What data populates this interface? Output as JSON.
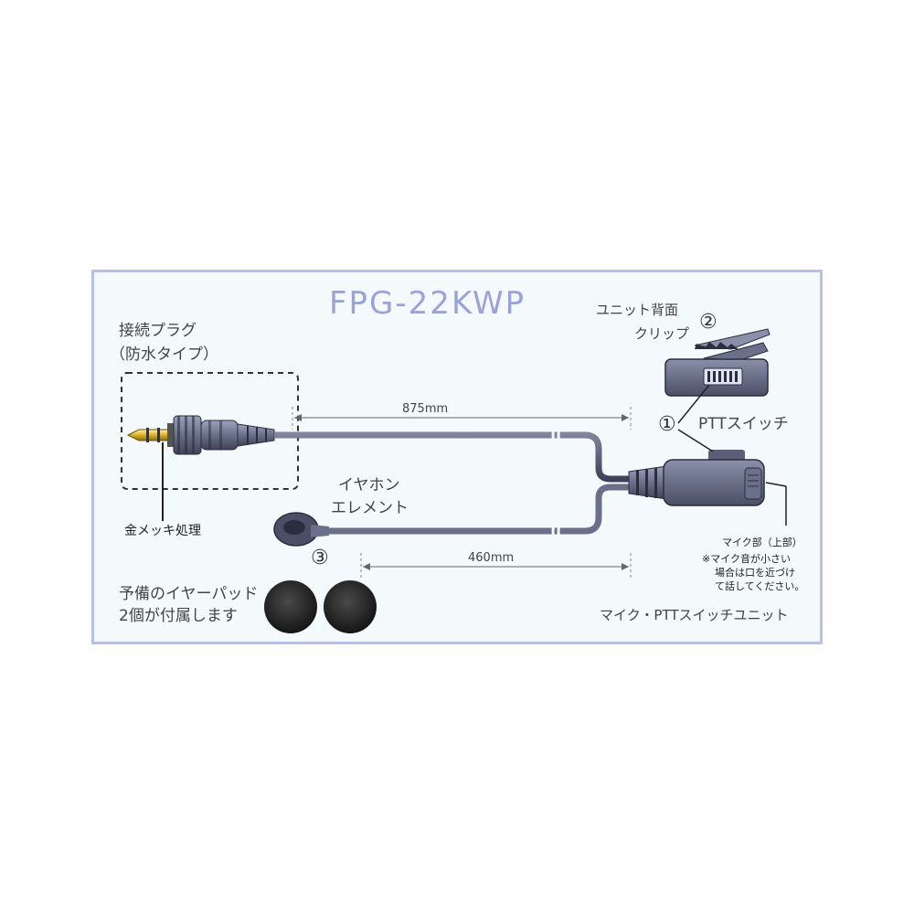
{
  "title": "FPG-22KWP",
  "labels": {
    "plug_line1": "接続プラグ",
    "plug_line2": "（防水タイプ）",
    "gold": "金メッキ処理",
    "earphone_line1": "イヤホン",
    "earphone_line2": "エレメント",
    "num3": "③",
    "spare_line1": "予備のイヤーパッド",
    "spare_line2": "2個が付属します",
    "clip_line1": "ユニット背面",
    "clip_line2": "クリップ",
    "num2": "②",
    "num1": "①",
    "ptt": "PTTスイッチ",
    "mic_top": "マイク部（上部）",
    "mic_note1": "※マイク音が小さい",
    "mic_note2": "場合は口を近づけ",
    "mic_note3": "て話してください。",
    "unit": "マイク・PTTスイッチユニット"
  },
  "dimensions": {
    "upper": "875mm",
    "lower": "460mm"
  },
  "colors": {
    "frame": "#b8bfe8",
    "title": "#9aa3d8",
    "cable": "#6f7691",
    "cable_dark": "#3d4257",
    "gold": "#e0b020",
    "foam": "#2a2a2a"
  }
}
